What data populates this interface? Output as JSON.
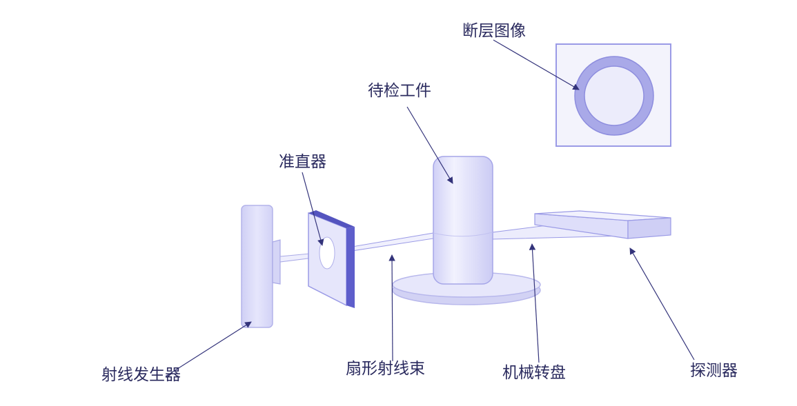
{
  "labels": {
    "tomography_image": "断层图像",
    "workpiece": "待检工件",
    "collimator": "准直器",
    "ray_generator": "射线发生器",
    "fan_beam": "扇形射线束",
    "turntable": "机械转盘",
    "detector": "探测器"
  },
  "colors": {
    "component_fill": "#e2e2fb",
    "component_dark": "#6f6fd0",
    "edge": "#9a9ae6",
    "ring": "#a9a9e8",
    "beam": "#f0f0fd",
    "leader": "#33337a",
    "text": "#2a2a5e"
  }
}
